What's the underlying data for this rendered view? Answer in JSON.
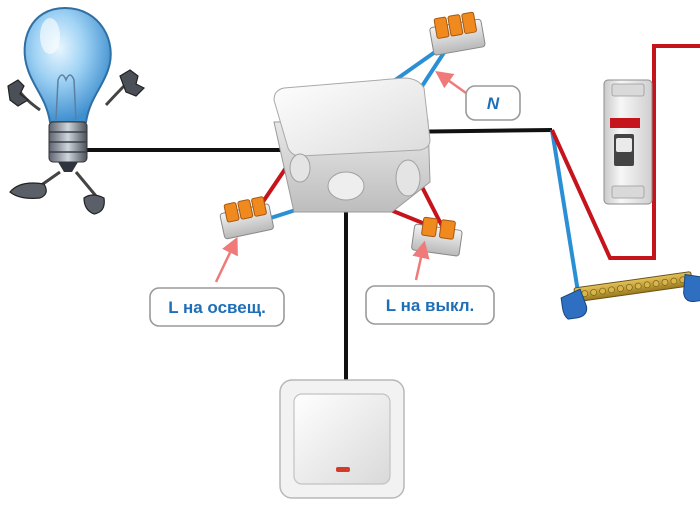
{
  "labels": {
    "neutral": "N",
    "lighting": "L на освещ.",
    "switch": "L на выкл."
  },
  "colors": {
    "phase": "#c6141c",
    "neutral": "#2b8fd6",
    "black": "#111111",
    "callout_text": "#1f6fb8",
    "callout_arrow": "#f07a7a",
    "connector_orange": "#f08a1e"
  },
  "icons": {
    "bulb": "light-bulb-icon",
    "box": "junction-box-icon",
    "connector": "wago-connector-icon",
    "breaker": "circuit-breaker-icon",
    "bus": "ground-bus-bar-icon",
    "switch": "wall-switch-icon"
  }
}
